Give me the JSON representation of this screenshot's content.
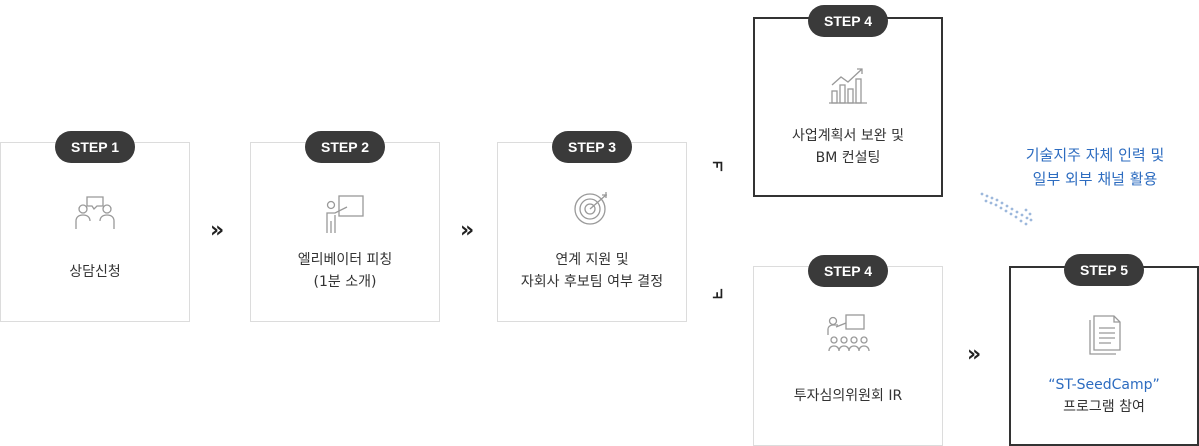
{
  "colors": {
    "accent": "#2d6cc0",
    "pill": "#3a3a3a",
    "border": "#dcdcdc",
    "strong_border": "#333333",
    "icon": "#999999"
  },
  "steps": [
    {
      "badge": "STEP 1",
      "icon": "consult-icon",
      "lines": [
        "상담신청"
      ]
    },
    {
      "badge": "STEP 2",
      "icon": "presentation-icon",
      "lines": [
        "엘리베이터 피칭",
        "(1분 소개)"
      ]
    },
    {
      "badge": "STEP 3",
      "icon": "target-icon",
      "lines": [
        "연계 지원 및",
        "자회사 후보팀 여부 결정"
      ]
    },
    {
      "badge": "STEP 4",
      "icon": "chart-icon",
      "lines": [
        "사업계획서 보완 및",
        "BM 컨설팅"
      ]
    },
    {
      "badge": "STEP 4",
      "icon": "audience-icon",
      "lines": [
        "투자심의위원회 IR"
      ]
    },
    {
      "badge": "STEP 5",
      "icon": "document-icon",
      "lines": [
        "“ST-SeedCamp”",
        "프로그램 참여"
      ]
    }
  ],
  "arrow_glyph": "»",
  "note": {
    "lines": [
      "기술지주 자체 인력 및",
      "일부 외부 채널 활용"
    ]
  }
}
